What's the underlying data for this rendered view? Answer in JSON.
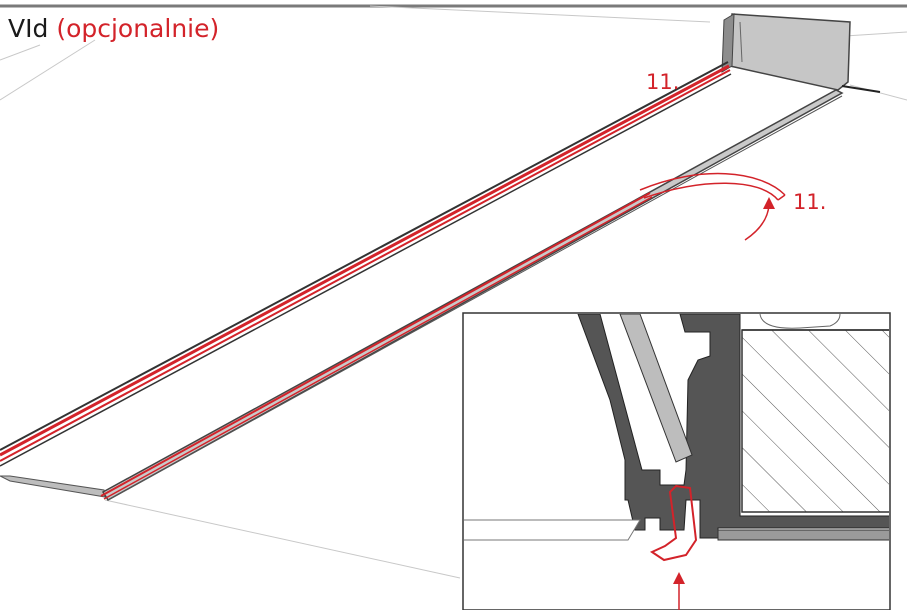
{
  "title": {
    "main": "VId",
    "optional": "(opcjonalnie)"
  },
  "callouts": [
    {
      "label": "11."
    },
    {
      "label": "11."
    }
  ],
  "colors": {
    "accent_red": "#d3232a",
    "profile_dark": "#555555",
    "profile_light": "#bdbdbd",
    "line": "#333333"
  }
}
